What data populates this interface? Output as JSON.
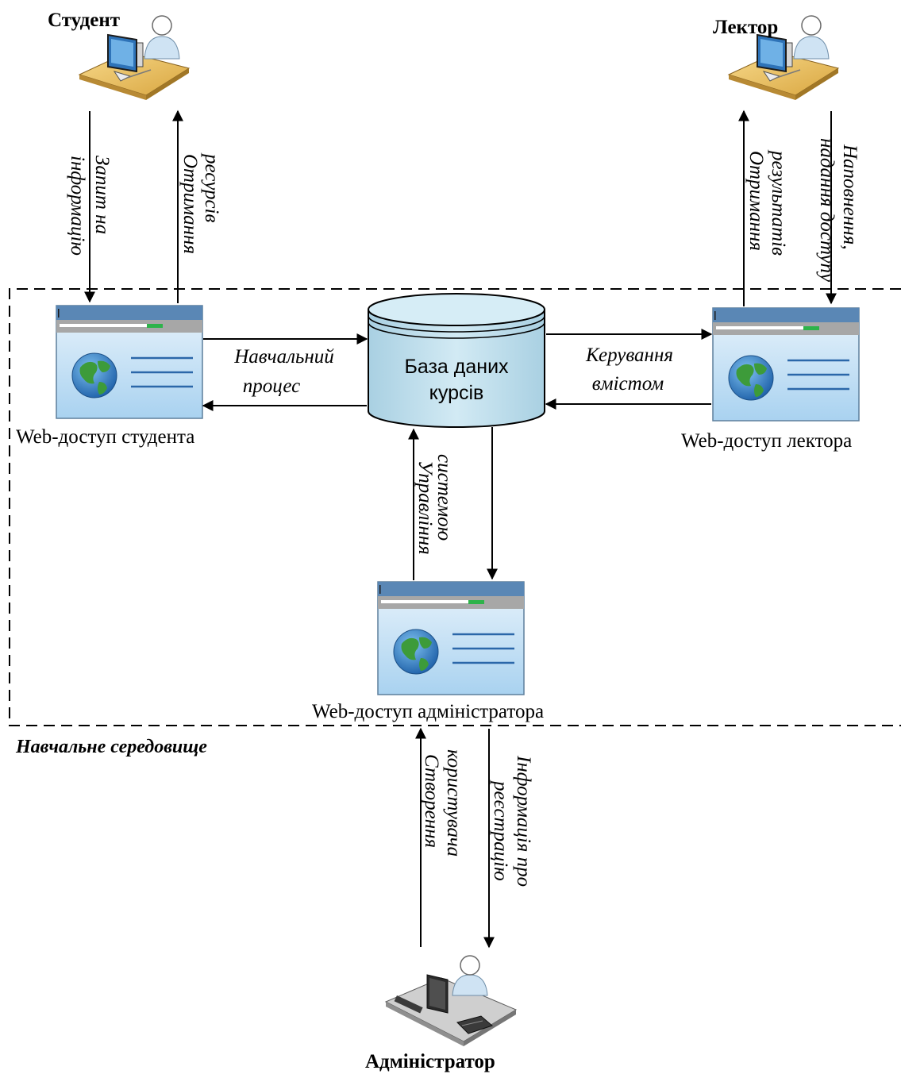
{
  "actors": {
    "student": "Студент",
    "lecturer": "Лектор",
    "admin": "Адміністратор"
  },
  "database": {
    "line1": "База даних",
    "line2": "курсів"
  },
  "portals": {
    "student": "Web-доступ студента",
    "lecturer": "Web-доступ лектора",
    "admin": "Web-доступ адміністратора"
  },
  "environment": "Навчальне середовище",
  "flows": {
    "student_request": [
      "Запит на",
      "інформацію"
    ],
    "student_receive": [
      "Отримання",
      "ресурсів"
    ],
    "lecturer_receive": [
      "Отримання",
      "результатів"
    ],
    "lecturer_fill": [
      "Наповнення,",
      "надання доступу"
    ],
    "learning_process": [
      "Навчальний",
      "процес"
    ],
    "content_management": [
      "Керування",
      "вмістом"
    ],
    "system_management": [
      "Управління",
      "системою"
    ],
    "user_creation": [
      "Створення",
      "користувача"
    ],
    "registration_info": [
      "Інформація про",
      "реєстрацію"
    ]
  },
  "colors": {
    "portal_titlebar": "#5a87b5",
    "portal_body": "#cfe5f7",
    "database_fill": "#c8e2ee",
    "progress": "#2db34a"
  }
}
